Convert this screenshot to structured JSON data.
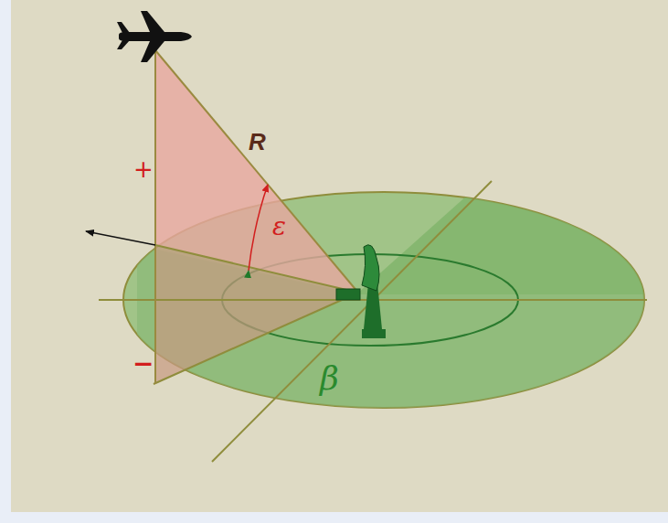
{
  "diagram": {
    "labels": [
      "+",
      "R",
      "ε",
      "−",
      "β"
    ]
  }
}
